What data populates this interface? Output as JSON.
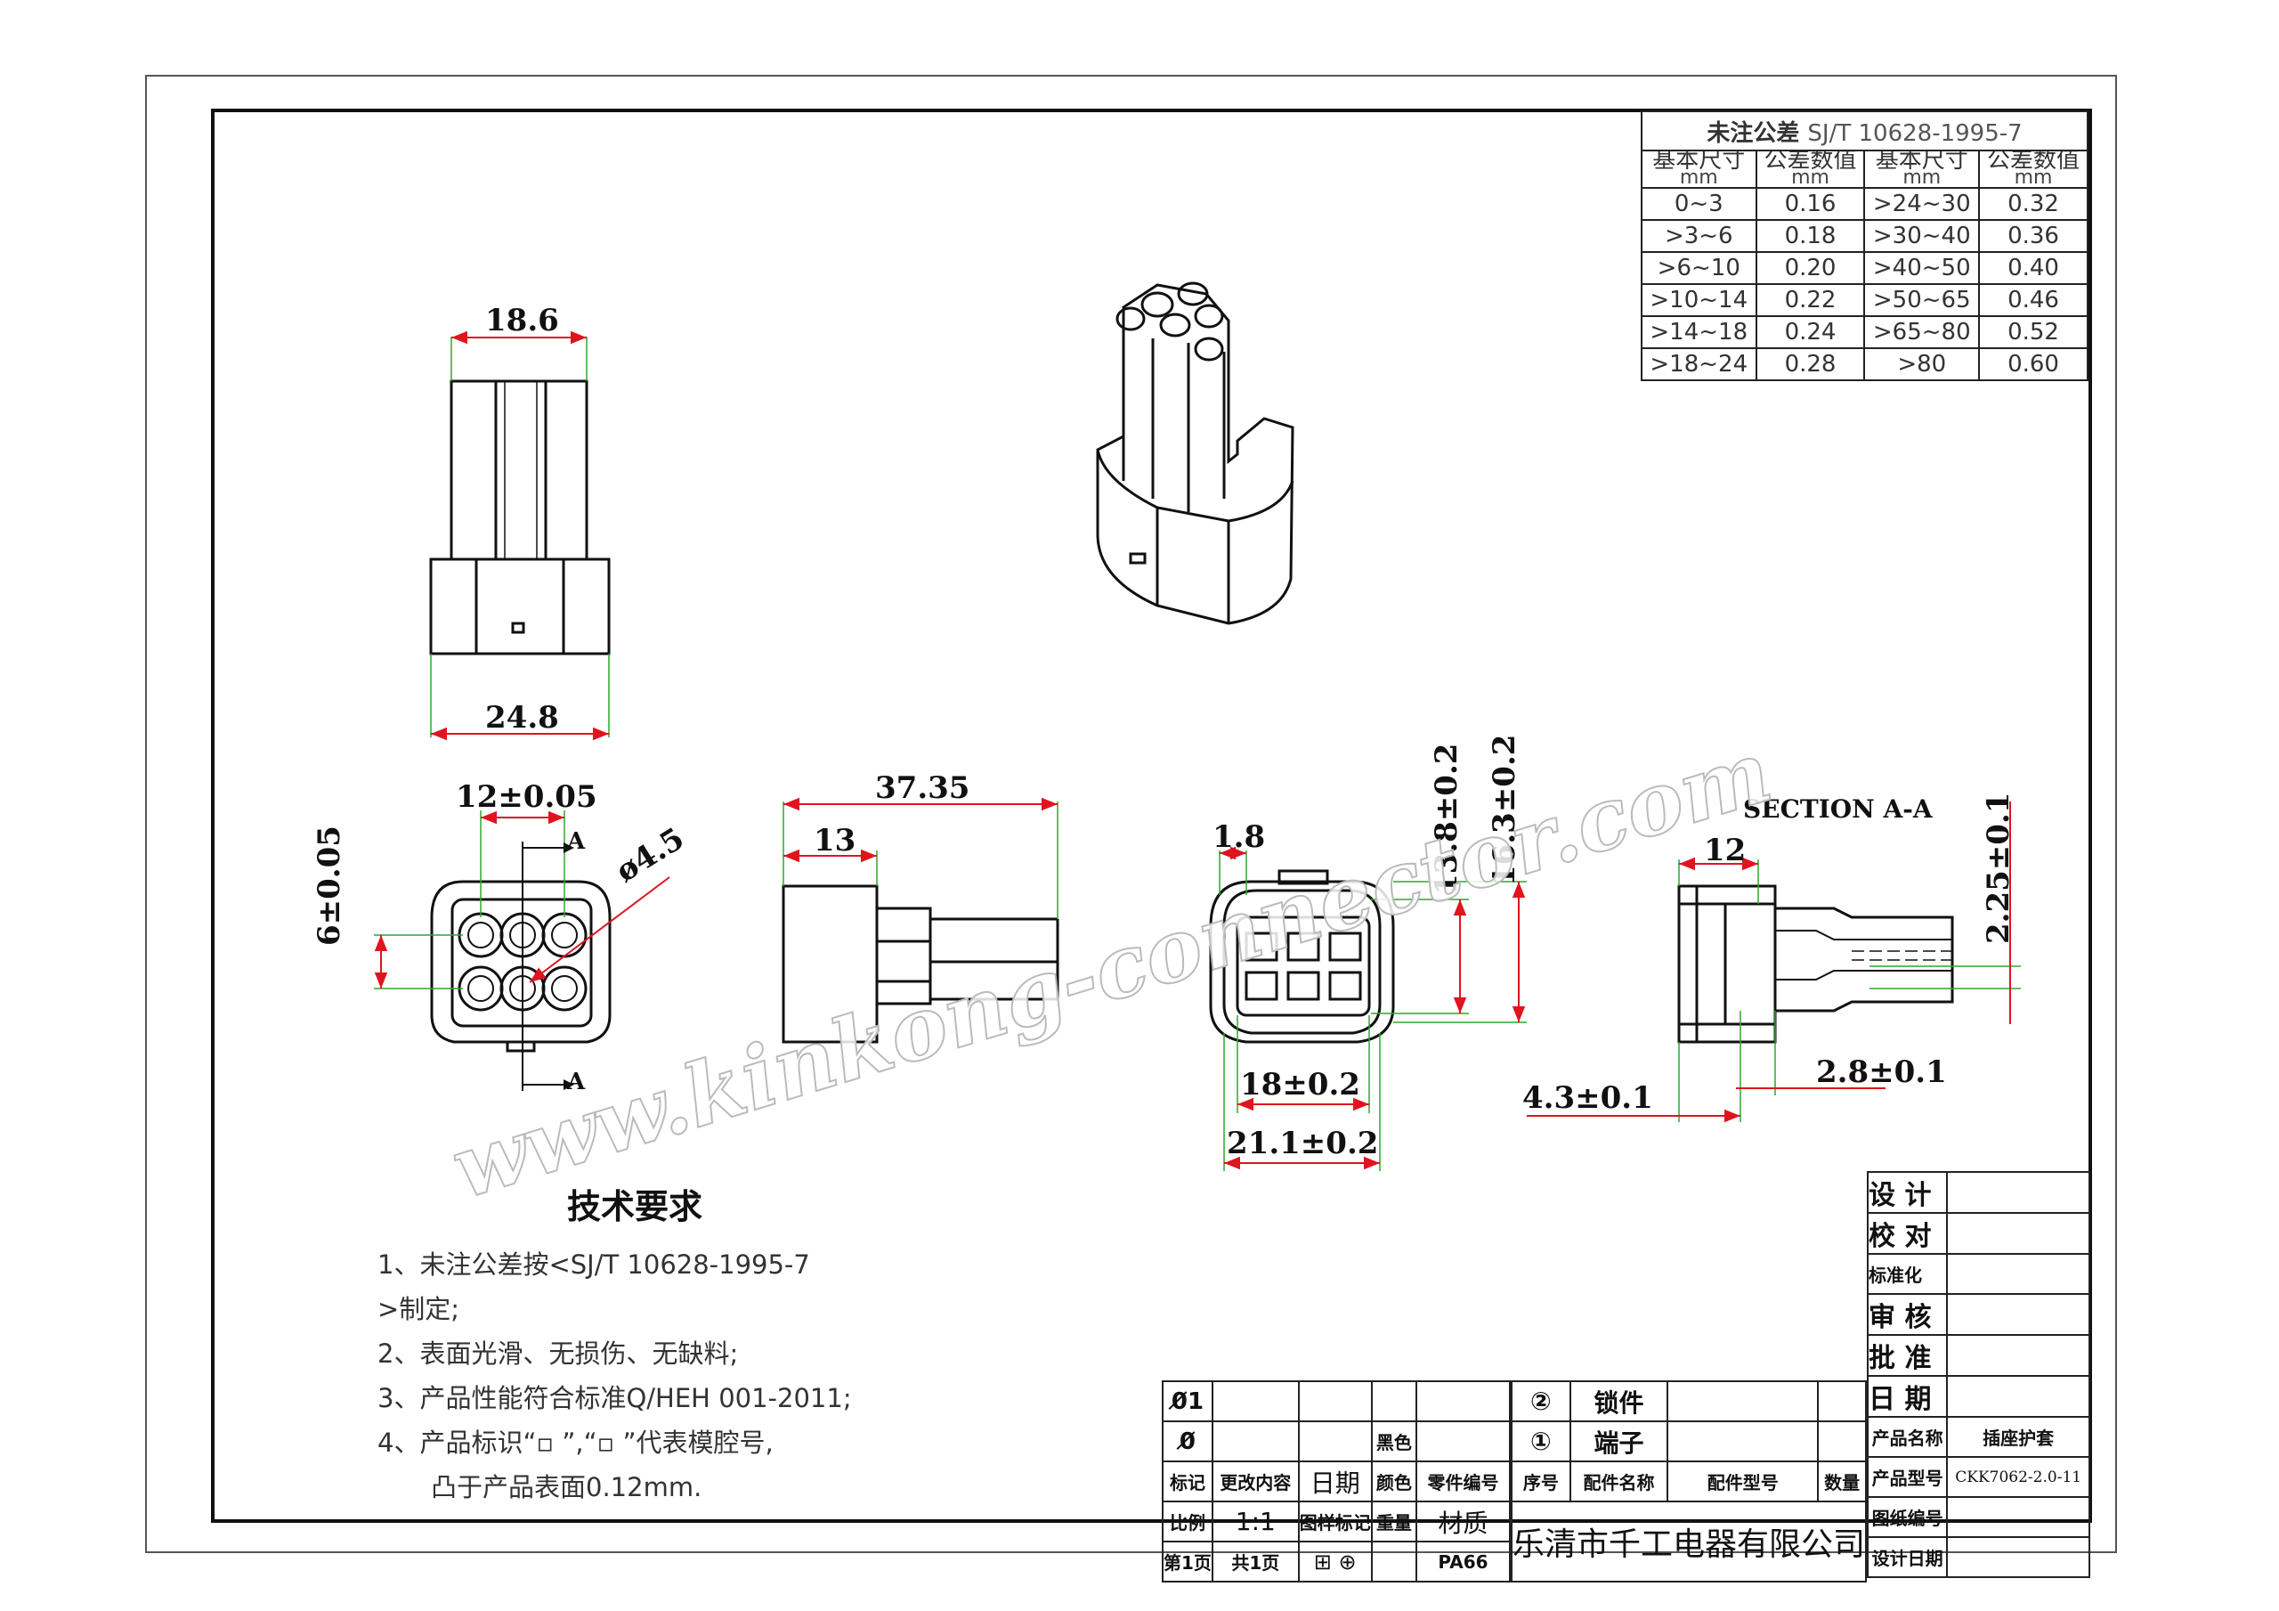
{
  "tolerance_table": {
    "title": "未注公差",
    "standard": "SJ/T 10628-1995-7",
    "headers": [
      "基本尺寸",
      "公差数值",
      "基本尺寸",
      "公差数值"
    ],
    "units": [
      "mm",
      "mm",
      "mm",
      "mm"
    ],
    "rows": [
      [
        "0~3",
        "0.16",
        ">24~30",
        "0.32"
      ],
      [
        ">3~6",
        "0.18",
        ">30~40",
        "0.36"
      ],
      [
        ">6~10",
        "0.20",
        ">40~50",
        "0.40"
      ],
      [
        ">10~14",
        "0.22",
        ">50~65",
        "0.46"
      ],
      [
        ">14~18",
        "0.24",
        ">65~80",
        "0.52"
      ],
      [
        ">18~24",
        "0.28",
        ">80",
        "0.60"
      ]
    ]
  },
  "dimensions": {
    "top_width": "18.6",
    "bottom_width": "24.8",
    "pitch": "12±0.05",
    "row_pitch": "6±0.05",
    "hole_dia": "ø4.5",
    "section_mark": "A",
    "side_length": "37.35",
    "side_body": "13",
    "latch": "1.8",
    "height_inner": "13.8±0.2",
    "height_outer": "16.3±0.2",
    "width_inner": "18±0.2",
    "width_outer": "21.1±0.2",
    "section_title": "SECTION A-A",
    "section_depth": "12",
    "section_gap": "2.25±0.1",
    "section_a": "4.3±0.1",
    "section_b": "2.8±0.1"
  },
  "watermark": "www.kinkong-connector.com",
  "notes": {
    "title": "技术要求",
    "lines": [
      "1、未注公差按<SJ/T 10628-1995-7",
      ">制定;",
      "2、表面光滑、无损伤、无缺料;",
      "3、产品性能符合标准Q/HEH 001-2011;",
      "4、产品标识“▫ ”,“▫ ”代表模腔号,",
      "凸于产品表面0.12mm."
    ]
  },
  "title_block": {
    "marks": [
      "0̸1",
      "0̸"
    ],
    "black": "黑色",
    "biaoji": "标记",
    "change": "更改内容",
    "date": "日期",
    "color": "颜色",
    "part_no": "零件编号",
    "scale_label": "比例",
    "scale": "1:1",
    "drawing_mark": "图样标记",
    "weight": "重量",
    "material_label": "材质",
    "page": "第1页",
    "total": "共1页",
    "material": "PA66",
    "item2_no": "②",
    "item2_name": "锁件",
    "item1_no": "①",
    "item1_name": "端子",
    "seq": "序号",
    "part_name": "配件名称",
    "part_model": "配件型号",
    "qty": "数量",
    "company": "乐清市千工电器有限公司",
    "design": "设 计",
    "check": "校 对",
    "standard": "标准化",
    "review": "审 核",
    "approve": "批 准",
    "date2": "日 期",
    "product_name_label": "产品名称",
    "product_name": "插座护套",
    "product_model_label": "产品型号",
    "product_model": "CKK7062-2.0-11",
    "drawing_no": "图纸编号",
    "design_date": "设计日期"
  },
  "colors": {
    "dim_line": "#e0141e",
    "ext_line": "#2ca82c",
    "drawing": "#111111"
  }
}
